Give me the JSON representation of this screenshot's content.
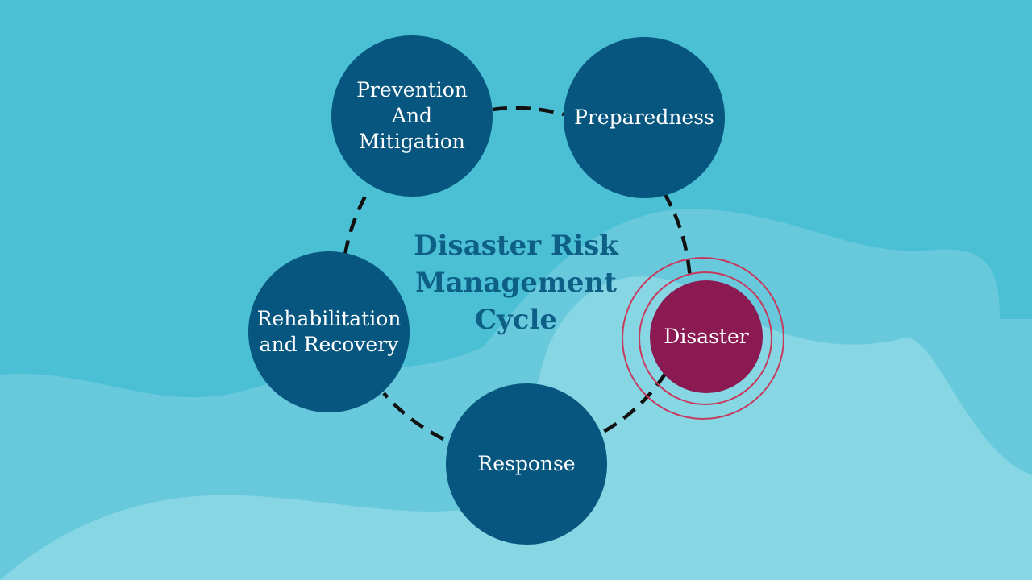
{
  "diagram": {
    "title_lines": [
      "Disaster Risk",
      "Management",
      "Cycle"
    ],
    "nodes": {
      "prevention": {
        "lines": [
          "Prevention",
          "And",
          "Mitigation"
        ]
      },
      "preparedness": {
        "lines": [
          "Preparedness"
        ]
      },
      "disaster": {
        "lines": [
          "Disaster"
        ]
      },
      "response": {
        "lines": [
          "Response"
        ]
      },
      "rehabilitation": {
        "lines": [
          "Rehabilitation",
          "and Recovery"
        ]
      }
    }
  },
  "colors": {
    "background": "#4bbfd4",
    "node": "#07567f",
    "disaster_node": "#8b1a52",
    "ring": "#c63a5e",
    "title": "#0d5f86",
    "connector": "#111111"
  }
}
